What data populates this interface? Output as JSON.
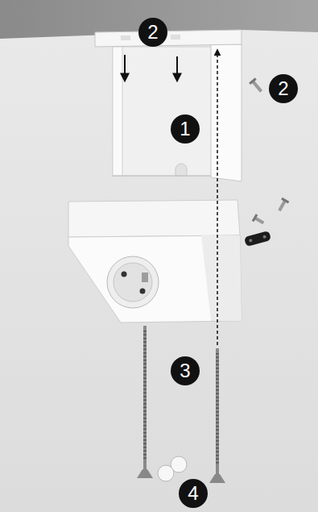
{
  "diagram": {
    "labels": [
      "2",
      "2",
      "1",
      "3",
      "4"
    ]
  }
}
